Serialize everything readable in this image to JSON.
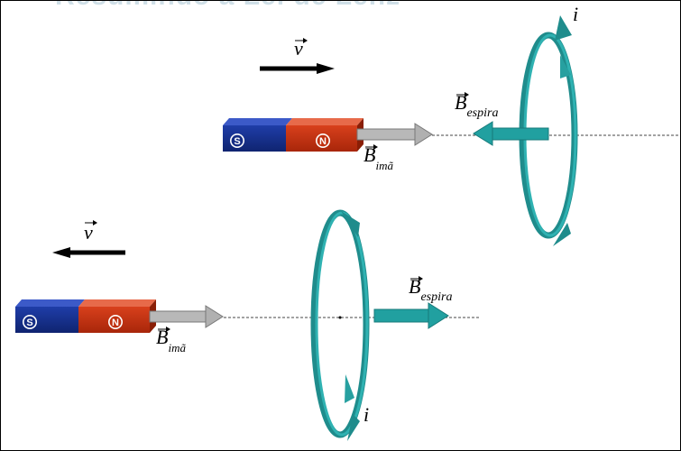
{
  "header": {
    "title": "Resumindo a Lei de Lenz"
  },
  "top_scene": {
    "velocity_label": "v",
    "magnet": {
      "south": "S",
      "north": "N"
    },
    "b_magnet": {
      "main": "B",
      "sub": "imã"
    },
    "b_loop": {
      "main": "B",
      "sub": "espira"
    },
    "current_label": "i"
  },
  "bottom_scene": {
    "velocity_label": "v",
    "magnet": {
      "south": "S",
      "north": "N"
    },
    "b_magnet": {
      "main": "B",
      "sub": "imã"
    },
    "b_loop": {
      "main": "B",
      "sub": "espira"
    },
    "current_label": "i"
  },
  "colors": {
    "south_pole": "#142c84",
    "north_pole": "#c0300f",
    "loop": "#27a0a0",
    "b_magnet_arrow": "#b0b0b0",
    "b_loop_arrow": "#21a0a0"
  }
}
